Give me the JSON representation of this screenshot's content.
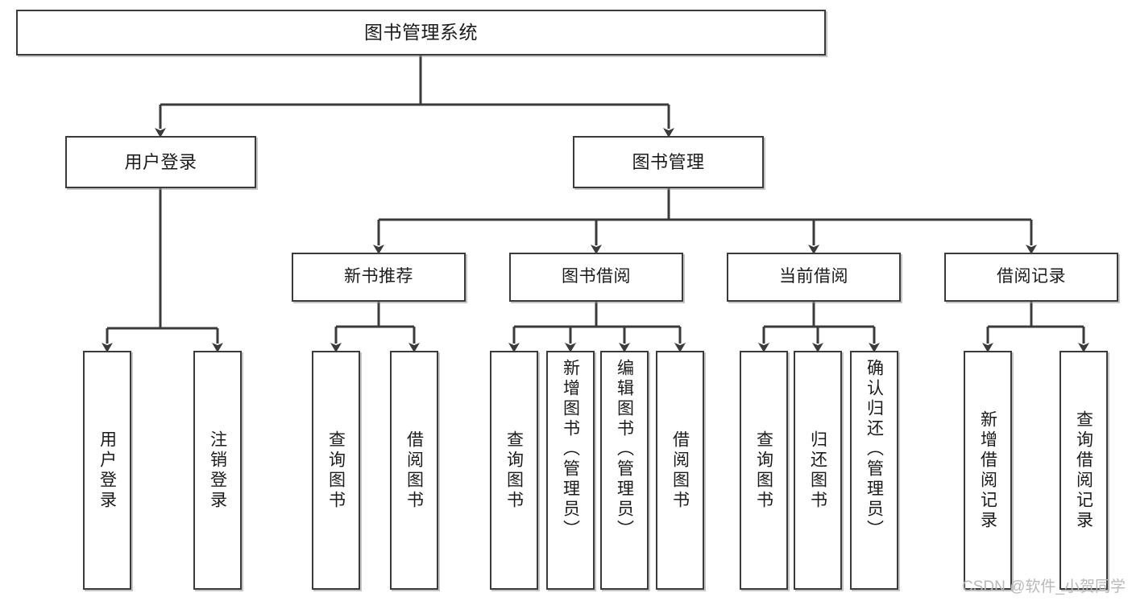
{
  "diagram": {
    "title": "图书管理系统",
    "type": "tree-hierarchy-chart",
    "watermark": "CSDN @软件_小贺同学",
    "line_color": "#3b3b3b",
    "box_fill": "#ffffff",
    "text_color": "#1b1b1b",
    "root": {
      "label": "图书管理系统"
    },
    "level2": [
      {
        "label": "用户登录"
      },
      {
        "label": "图书管理"
      }
    ],
    "level3": [
      {
        "label": "新书推荐"
      },
      {
        "label": "图书借阅"
      },
      {
        "label": "当前借阅"
      },
      {
        "label": "借阅记录"
      }
    ],
    "leaves": {
      "user_login": [
        {
          "label": "用户登录"
        },
        {
          "label": "注销登录"
        }
      ],
      "new_book_recommend": [
        {
          "label": "查询图书"
        },
        {
          "label": "借阅图书"
        }
      ],
      "book_borrow": [
        {
          "label": "查询图书"
        },
        {
          "label": "新增图书（管理员）"
        },
        {
          "label": "编辑图书（管理员）"
        },
        {
          "label": "借阅图书"
        }
      ],
      "current_borrow": [
        {
          "label": "查询图书"
        },
        {
          "label": "归还图书"
        },
        {
          "label": "确认归还（管理员）"
        }
      ],
      "borrow_record": [
        {
          "label": "新增借阅记录"
        },
        {
          "label": "查询借阅记录"
        }
      ]
    }
  }
}
